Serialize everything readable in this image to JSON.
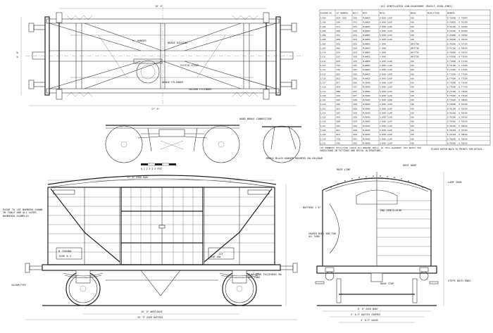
{
  "drawing": {
    "table_title": "12T VENTILATED VAN DIAGRAMS (BUILT 1950-1962)",
    "table_headers": [
      "DIAGRAM NO.",
      "LOT NUMBERS",
      "BUILT",
      "BODY",
      "NOTES",
      "BRAKE",
      "REGULATIONS",
      "NUMBERS"
    ],
    "table_rows": [
      [
        "1/208",
        "2034, 2035",
        "1950",
        "PLANKED",
        "8 SHOE CLASP",
        "AVB",
        "",
        "B 755000 - B 759999"
      ],
      [
        "1/208",
        "2104",
        "1951",
        "PLANKED",
        "8 SHOE CLASP",
        "AVB",
        "",
        "B 760000 - B 761199"
      ],
      [
        "1/208",
        "2174",
        "1952",
        "PLANKED",
        "8 SHOE CLASP",
        "AVB",
        "",
        "B 761200 - B 762399"
      ],
      [
        "1/208",
        "2249",
        "1952",
        "PLANKED",
        "8 SHOE CLASP",
        "AVB",
        "",
        "B 762400 - B 763999"
      ],
      [
        "1/208",
        "2337",
        "1953",
        "PLANKED",
        "8 SHOE CLASP",
        "AVB",
        "",
        "B 764000 - B 765599"
      ],
      [
        "1/208",
        "2409",
        "1953",
        "PLANKED",
        "8 SHOE CLASP",
        "AVB",
        "",
        "B 765600 - B 766199"
      ],
      [
        "1/209",
        "2410",
        "1953",
        "PLANKED",
        "4 SHOE",
        "UNFITTED",
        "",
        "B 766200 - B 767199"
      ],
      [
        "1/209",
        "2462",
        "1954",
        "PLANKED",
        "4 SHOE",
        "UNFITTED",
        "",
        "B 767200 - B 768199"
      ],
      [
        "1/210",
        "2520",
        "1954",
        "PLANKED",
        "4 SHOE",
        "UNFITTED",
        "",
        "B 768200 - B 769199"
      ],
      [
        "1/211",
        "2587",
        "1954",
        "PLANKED",
        "4 SHOE",
        "UNFITTED",
        "",
        "B 769200 - B 770199"
      ],
      [
        "1/212",
        "2663",
        "1955",
        "PLANKED",
        "8 SHOE CLASP",
        "AVB",
        "",
        "B 770200 - B 771199"
      ],
      [
        "1/213",
        "2718",
        "1955",
        "PLANKED",
        "8 SHOE CLASP",
        "AVB",
        "",
        "B 771200 - B 772199"
      ],
      [
        "1/214",
        "2786",
        "1955",
        "PLANKED",
        "8 SHOE CLASP",
        "AVB",
        "",
        "B 772200 - B 773199"
      ],
      [
        "1/215",
        "2852",
        "1956",
        "PLANKED",
        "8 SHOE CLASP",
        "AVB",
        "",
        "B 773200 - B 774199"
      ],
      [
        "1/216",
        "2913",
        "1956",
        "PLANKED",
        "8 SHOE CLASP",
        "AVB",
        "",
        "B 774200 - B 775199"
      ],
      [
        "1/217",
        "2971",
        "1956",
        "PLYWOOD",
        "8 SHOE CLASP",
        "AVB",
        "",
        "B 775200 - B 776199"
      ],
      [
        "1/218",
        "3024",
        "1957",
        "PLYWOOD",
        "8 SHOE CLASP",
        "AVB",
        "",
        "B 776200 - B 777199"
      ],
      [
        "1/219",
        "3089",
        "1957",
        "PLYWOOD",
        "8 SHOE CLASP",
        "AVB",
        "",
        "B 777200 - B 778199"
      ],
      [
        "1/220",
        "3145",
        "1957",
        "PLYWOOD",
        "8 SHOE CLASP",
        "AVB",
        "",
        "B 778200 - B 779199"
      ],
      [
        "1/221",
        "3203",
        "1958",
        "PLYWOOD",
        "8 SHOE CLASP",
        "AVB",
        "",
        "B 779200 - B 780199"
      ],
      [
        "1/222",
        "3266",
        "1958",
        "PLYWOOD",
        "8 SHOE CLASP",
        "AVB",
        "",
        "B 780200 - B 781199"
      ],
      [
        "1/223",
        "3321",
        "1958",
        "PLYWOOD",
        "8 SHOE CLASP",
        "AVB",
        "",
        "B 781200 - B 782199"
      ],
      [
        "1/224",
        "3387",
        "1959",
        "PLYWOOD",
        "8 SHOE CLASP",
        "AVB",
        "",
        "B 782200 - B 783199"
      ],
      [
        "1/225",
        "3442",
        "1959",
        "PLYWOOD",
        "8 SHOE CLASP",
        "AVB",
        "",
        "B 783200 - B 784199"
      ],
      [
        "1/226",
        "3508",
        "1959",
        "PLYWOOD",
        "8 SHOE CLASP",
        "AVB",
        "",
        "B 784200 - B 785199"
      ],
      [
        "1/227",
        "3561",
        "1960",
        "PLYWOOD",
        "8 SHOE CLASP",
        "AVB",
        "",
        "B 785200 - B 786199"
      ],
      [
        "1/228",
        "3617",
        "1960",
        "PLYWOOD",
        "8 SHOE CLASP",
        "AVB",
        "",
        "B 786200 - B 787199"
      ],
      [
        "1/229",
        "3672",
        "1961",
        "PLYWOOD",
        "8 SHOE CLASP",
        "AVB",
        "",
        "B 787200 - B 788199"
      ],
      [
        "1/230",
        "3728",
        "1961",
        "PLYWOOD",
        "8 SHOE CLASP",
        "AVB",
        "",
        "B 788200 - B 789199"
      ],
      [
        "1/231",
        "3785",
        "1962",
        "PLYWOOD",
        "8 SHOE CLASP",
        "AVB",
        "",
        "B 789200 - B 790199"
      ]
    ],
    "table_footnote": "LOT NUMBERS SPECIFIED COVER ALL WAGONS BUILT TO THIS DIAGRAM. SEE NOTES FOR VARIATIONS IN FITTINGS AND DETAIL ALTERATIONS.",
    "table_footnote_right": "PLEASE REFER BACK TO PRINTS FOR DETAIL.",
    "underframe_labels": {
      "v_hanger": "'V' HANGER",
      "brake_rigging": "BRAKE RIGGING",
      "brake_cylinder": "BRAKE CYLINDER",
      "lever": "CLUTCH LEVER",
      "vacuum": "VACUUM CYLINDER",
      "mounting": "BRAKE BLOCK HANGER MOUNTED ON SOLEBAR",
      "hand_brake": "HAND BRAKE CONNECTION"
    },
    "side_labels": {
      "wheelbase": "10' 0\" WHEELBASE",
      "over_body": "17' 6\" OVER BODY",
      "over_buffers": "20' 9\" OVER BUFFERS",
      "left_note": "PAINT TO LOT NUMBERS SHOWN IN TABLE AND ALL LATER NUMBERED EXAMPLES",
      "right_note": "FLAT DOOR FASTENERS ON ALL VANS",
      "vac_pipe": "VACUUM PIPE",
      "number": "B 755000",
      "tare": "TARE 8-2",
      "cap": "12T",
      "plate": "VENT VAN"
    },
    "end_labels": {
      "roof": "ROOF LINE",
      "hoop": "ROOF HOOP",
      "end_note": "SHAPED BODY END FOR ALL VANS",
      "vent": "END VENTILATOR",
      "buffers": "BUFFERS 1'6\"",
      "door_stop": "DOOR STOP",
      "width_over": "8' 0\" OVER BODY",
      "width_buffer": "5' 8.5\" BUFFER CENTRES",
      "gauge": "4' 8.5\" GAUGE",
      "steps": "STEPS BOTH ENDS",
      "lamp": "LAMP IRON"
    },
    "scale_bar": "0 1 2 3 4 5 FEET"
  }
}
